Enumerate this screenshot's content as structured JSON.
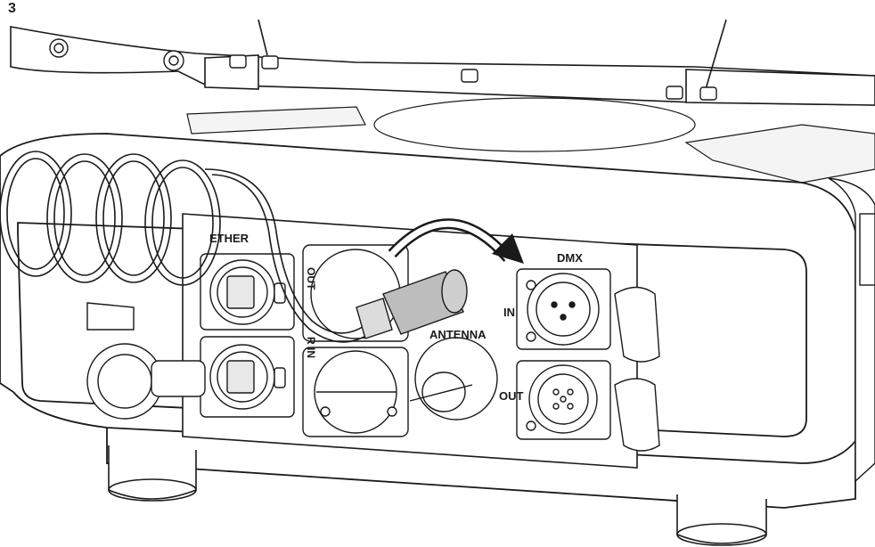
{
  "step_number": "3",
  "labels": {
    "ethernet": "ETHER",
    "dmx": "DMX",
    "dmx_in": "IN",
    "dmx_out": "OUT",
    "antenna": "ANTENNA",
    "power_out": "OUT",
    "power_in": "R IN"
  },
  "icons": {
    "rotation_arrow": "curved-arrow-icon"
  },
  "colors": {
    "line": "#1a1a1a",
    "cable": "#ffffff",
    "connector_shade": "#bdbdbd",
    "body_shade": "#f4f4f4"
  }
}
